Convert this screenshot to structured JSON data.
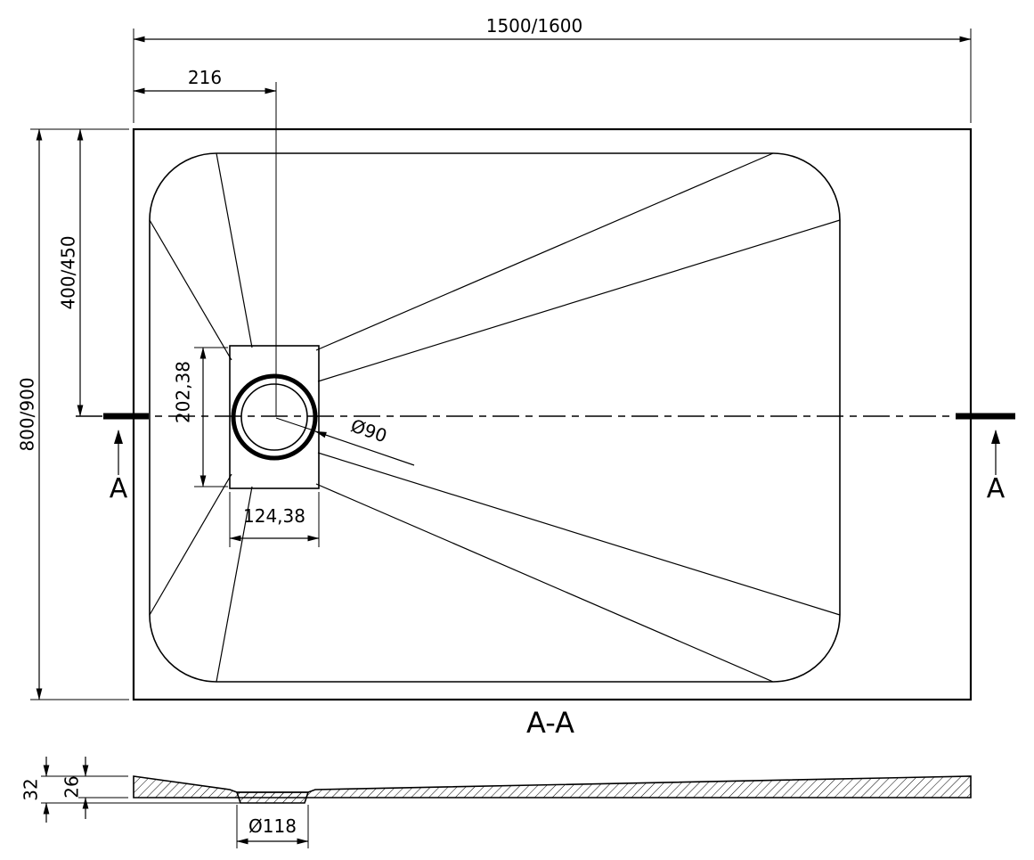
{
  "page": {
    "background": "#ffffff",
    "line_color": "#000000"
  },
  "top_view": {
    "dim_width": "1500/1600",
    "dim_drain_offset": "216",
    "dim_depth": "800/900",
    "dim_drain_center": "400/450",
    "dim_cutout_height": "202,38",
    "dim_cutout_width": "124,38",
    "dim_drain": "Ø90",
    "marker_left": "A",
    "marker_right": "A"
  },
  "section_view": {
    "title": "A-A",
    "dim_total": "32",
    "dim_body": "26",
    "dim_hole": "Ø118"
  }
}
